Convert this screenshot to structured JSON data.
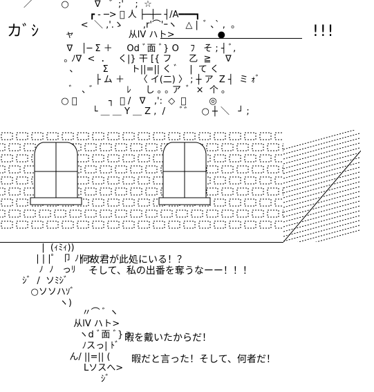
{
  "fx": {
    "sound_left": "カﾞｼ",
    "sound_right": "!!!"
  },
  "ascii_top": {
    "lines": [
      "／          ○         ∇   ゛;'    ;  ☆",
      "         ┏ ‐ ─> ﾞ 人 ├─┼─ ┤/A━━━┓",
      "      <  ＼ ,'.ゝ       ,r'⌒'ｰヽ   △ |  ﾞ ､` ,  ｡",
      "  ャ                   从lV ハト>               ●",
      "    ∇   │─ Σ ＋     Od ﾞ面 ﾞ} O    ﾌ   そ ; ┤ ﾞ,",
      "   ｡ ﾉ∇  <  ．   く|} 干 [{ フ      乙  ≧     ∇",
      "     ､          Σ        ト||=|| く ﾞ    |  て く",
      "              ├ ム ＋     〈 イ(二) 〉 ; ┼ ア  Z ┤  ミ ｫﾞ",
      "     ﾞ   ､ ゛          ﾚ     し ｡ ｡ ア  ﾞ  ×  个 ｡",
      "  ○ ﾞ           ┐  ＋ /   ∇   ,':  ◇  ｡        ◎",
      "             └ ＿ ＿ Y ＿ Z ,  /     ﾞ゛   ○ ┼ ＼   ┘ ;"
    ]
  },
  "ascii_bottom": {
    "lines": [
      "  |  (ｨﾐｨ))",
      "  | | |゜ 卩 ﾉ| ぅ",
      "   ﾉ  ﾉ   っﾘ",
      " ｼﾞ  /  ソﾐｼﾞ",
      "    ○ソソハｿﾞ",
      "              ヽ)"
    ]
  },
  "ascii_speaker2": {
    "lines": [
      "     〃⌒ ﾞ ヽ",
      "  从lV ハト>",
      "    ヽd ﾞ面 ﾞ}ぅ",
      "     ﾉスっ| ﾄﾞ",
      "   ん/ ||=|| (",
      "        Lソスへ>",
      "              ｼﾞ"
    ]
  },
  "dialogue": {
    "line1": "何故君が此処にいる！？",
    "line2": "そして、私の出番を奪うなーー！！！",
    "line3": "暇を戴いたからだ！",
    "line4": "暇だと言った！そして、何者だ！"
  }
}
